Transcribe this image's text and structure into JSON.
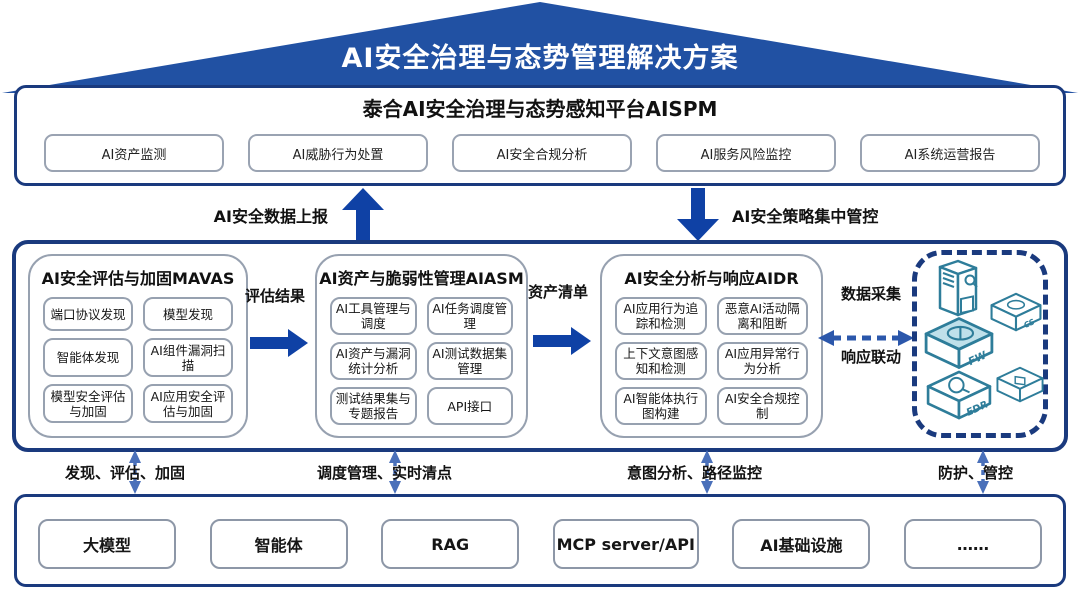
{
  "roof": {
    "title": "AI安全治理与态势管理解决方案"
  },
  "platform": {
    "title": "泰合AI安全治理与态势感知平台AISPM",
    "items": [
      "AI资产监测",
      "AI威胁行为处置",
      "AI安全合规分析",
      "AI服务风险监控",
      "AI系统运营报告"
    ]
  },
  "flows": {
    "up": "AI安全数据上报",
    "down": "AI安全策略集中管控"
  },
  "middle": {
    "sections": [
      {
        "title": "AI安全评估与加固MAVAS",
        "items": [
          "端口协议发现",
          "模型发现",
          "智能体发现",
          "AI组件漏洞扫描",
          "模型安全评估与加固",
          "AI应用安全评估与加固"
        ]
      },
      {
        "title": "AI资产与脆弱性管理AIASM",
        "items": [
          "AI工具管理与调度",
          "AI任务调度管理",
          "AI资产与漏洞统计分析",
          "AI测试数据集管理",
          "测试结果集与专题报告",
          "API接口"
        ]
      },
      {
        "title": "AI安全分析与响应AIDR",
        "items": [
          "AI应用行为追踪和检测",
          "恶意AI活动隔离和阻断",
          "上下文意图感知和检测",
          "AI应用异常行为分析",
          "AI智能体执行图构建",
          "AI安全合规控制"
        ]
      }
    ],
    "flow_labels": {
      "eval": "评估结果",
      "asset": "资产清单",
      "collect": "数据采集",
      "respond": "响应联动"
    },
    "devices": [
      "FW",
      "EDR",
      "CS"
    ]
  },
  "connections": [
    "发现、评估、加固",
    "调度管理、实时清点",
    "意图分析、路径监控",
    "防护、管控"
  ],
  "bottom": {
    "items": [
      "大模型",
      "智能体",
      "RAG",
      "MCP server/API",
      "AI基础设施",
      "……"
    ]
  },
  "colors": {
    "roof_blue": "#2151a3",
    "border_navy": "#1a3a7e",
    "arrow_blue": "#0f41a5",
    "dashed_link_blue": "#2b57ab",
    "connector_blue": "#4a70ba",
    "device_teal": "#2e7d9a"
  }
}
